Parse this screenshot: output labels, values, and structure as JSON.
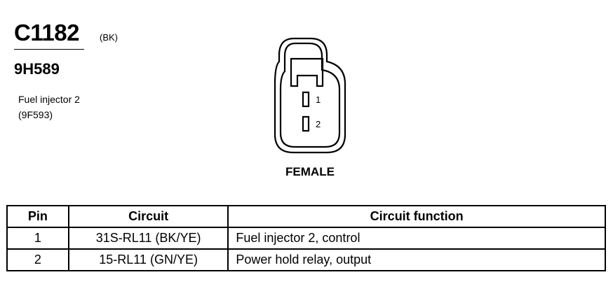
{
  "connector": {
    "id": "C1182",
    "color_code": "(BK)",
    "part_number": "9H589",
    "component_name": "Fuel injector 2",
    "component_code": "(9F593)",
    "gender": "FEMALE",
    "pin_labels": [
      "1",
      "2"
    ]
  },
  "pin_table": {
    "headers": [
      "Pin",
      "Circuit",
      "Circuit function"
    ],
    "rows": [
      {
        "pin": "1",
        "circuit": "31S-RL11 (BK/YE)",
        "function": "Fuel injector 2, control"
      },
      {
        "pin": "2",
        "circuit": "15-RL11 (GN/YE)",
        "function": "Power hold relay, output"
      }
    ]
  }
}
